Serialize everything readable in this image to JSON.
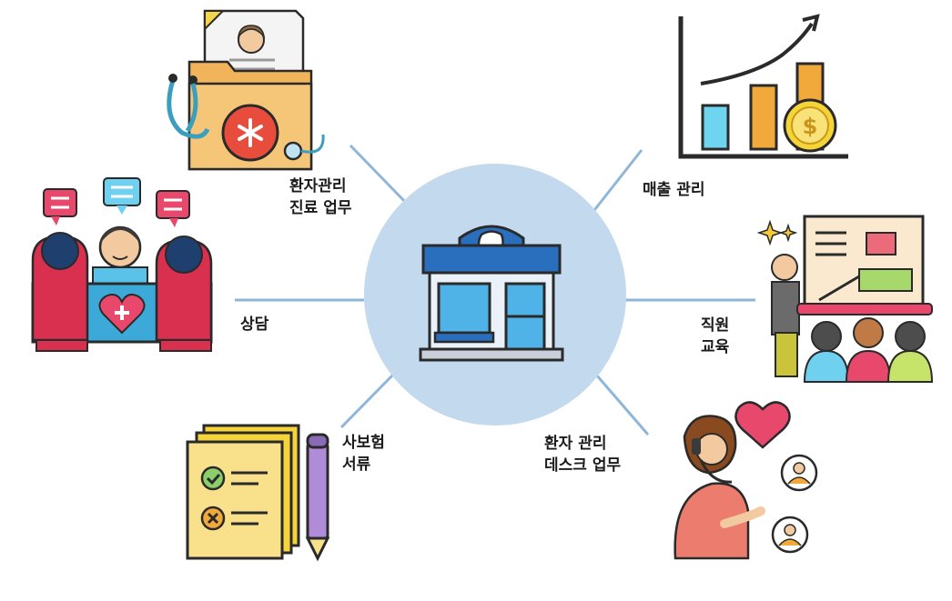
{
  "center": {
    "icon": "dental-clinic-building-icon",
    "circle_color": "#c3d9ee"
  },
  "nodes": {
    "patient_records": {
      "icon": "medical-folder-icon",
      "lines": [
        "환자관리",
        "진료 업무"
      ]
    },
    "sales": {
      "icon": "sales-growth-chart-icon",
      "lines": [
        "매출 관리"
      ]
    },
    "consultation": {
      "icon": "consultation-meeting-icon",
      "lines": [
        "상담"
      ]
    },
    "staff_training": {
      "icon": "presentation-training-icon",
      "lines": [
        "직원",
        "교육"
      ]
    },
    "insurance_docs": {
      "icon": "checklist-documents-icon",
      "lines": [
        "사보험",
        "서류"
      ]
    },
    "front_desk": {
      "icon": "call-center-agent-icon",
      "lines": [
        "환자 관리",
        "데스크 업무"
      ]
    }
  },
  "colors": {
    "connector": "#8fb6d9",
    "outline": "#2a2a2a"
  }
}
